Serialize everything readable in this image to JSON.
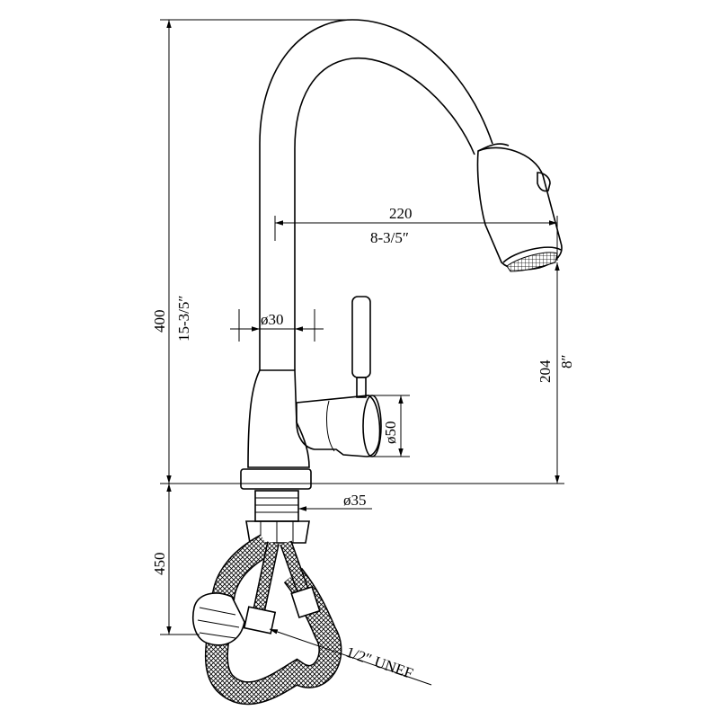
{
  "dimensions": {
    "total_height_mm": "400",
    "total_height_in": "15-3/5″",
    "reach_mm": "220",
    "reach_in": "8-3/5″",
    "spout_height_mm": "204",
    "spout_height_in": "8″",
    "spout_diameter": "ø30",
    "body_diameter": "ø50",
    "base_diameter": "ø35",
    "hose_length": "450",
    "thread": "1/2″ UNEF"
  }
}
